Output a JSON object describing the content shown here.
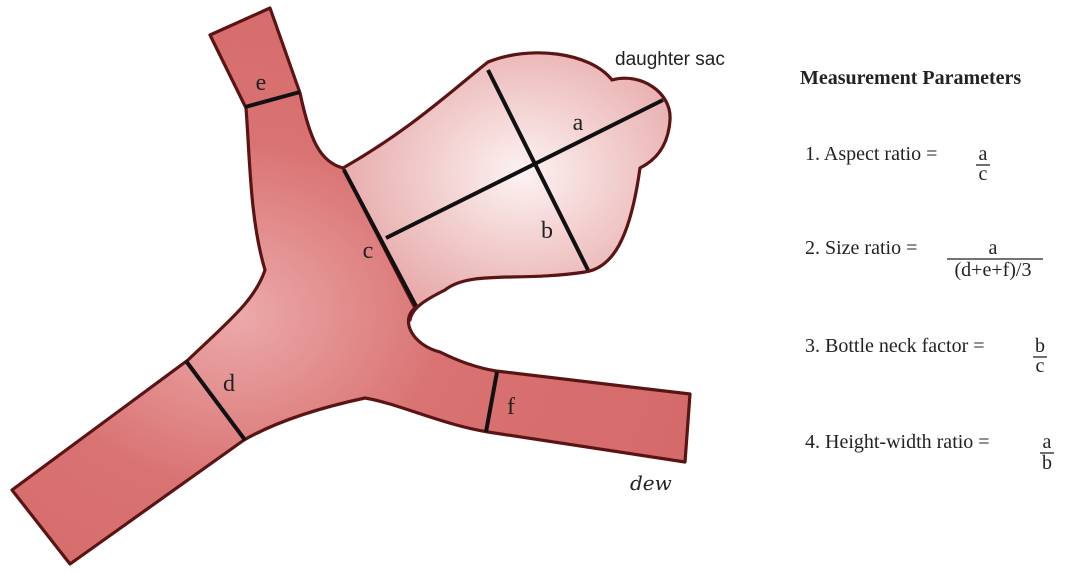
{
  "diagram": {
    "annotation": "daughter sac",
    "signature": "dew",
    "labels": {
      "a": "a",
      "b": "b",
      "c": "c",
      "d": "d",
      "e": "e",
      "f": "f"
    },
    "colors": {
      "vessel": "#d97272",
      "vessel_highlight": "#ecaaaa",
      "aneurysm_center": "#fdf2f2",
      "aneurysm_edge": "#e6a6a6",
      "outline": "#5a1414",
      "cut_lines": "#111111"
    }
  },
  "parameters": {
    "title": "Measurement Parameters",
    "items": [
      {
        "label": "1. Aspect ratio = ",
        "numerator": "a",
        "denominator": "c"
      },
      {
        "label": "2. Size ratio = ",
        "numerator": "a",
        "denominator": "(d+e+f)/3"
      },
      {
        "label": "3. Bottle neck factor = ",
        "numerator": "b",
        "denominator": "c"
      },
      {
        "label": "4. Height-width ratio = ",
        "numerator": "a",
        "denominator": "b"
      }
    ]
  }
}
